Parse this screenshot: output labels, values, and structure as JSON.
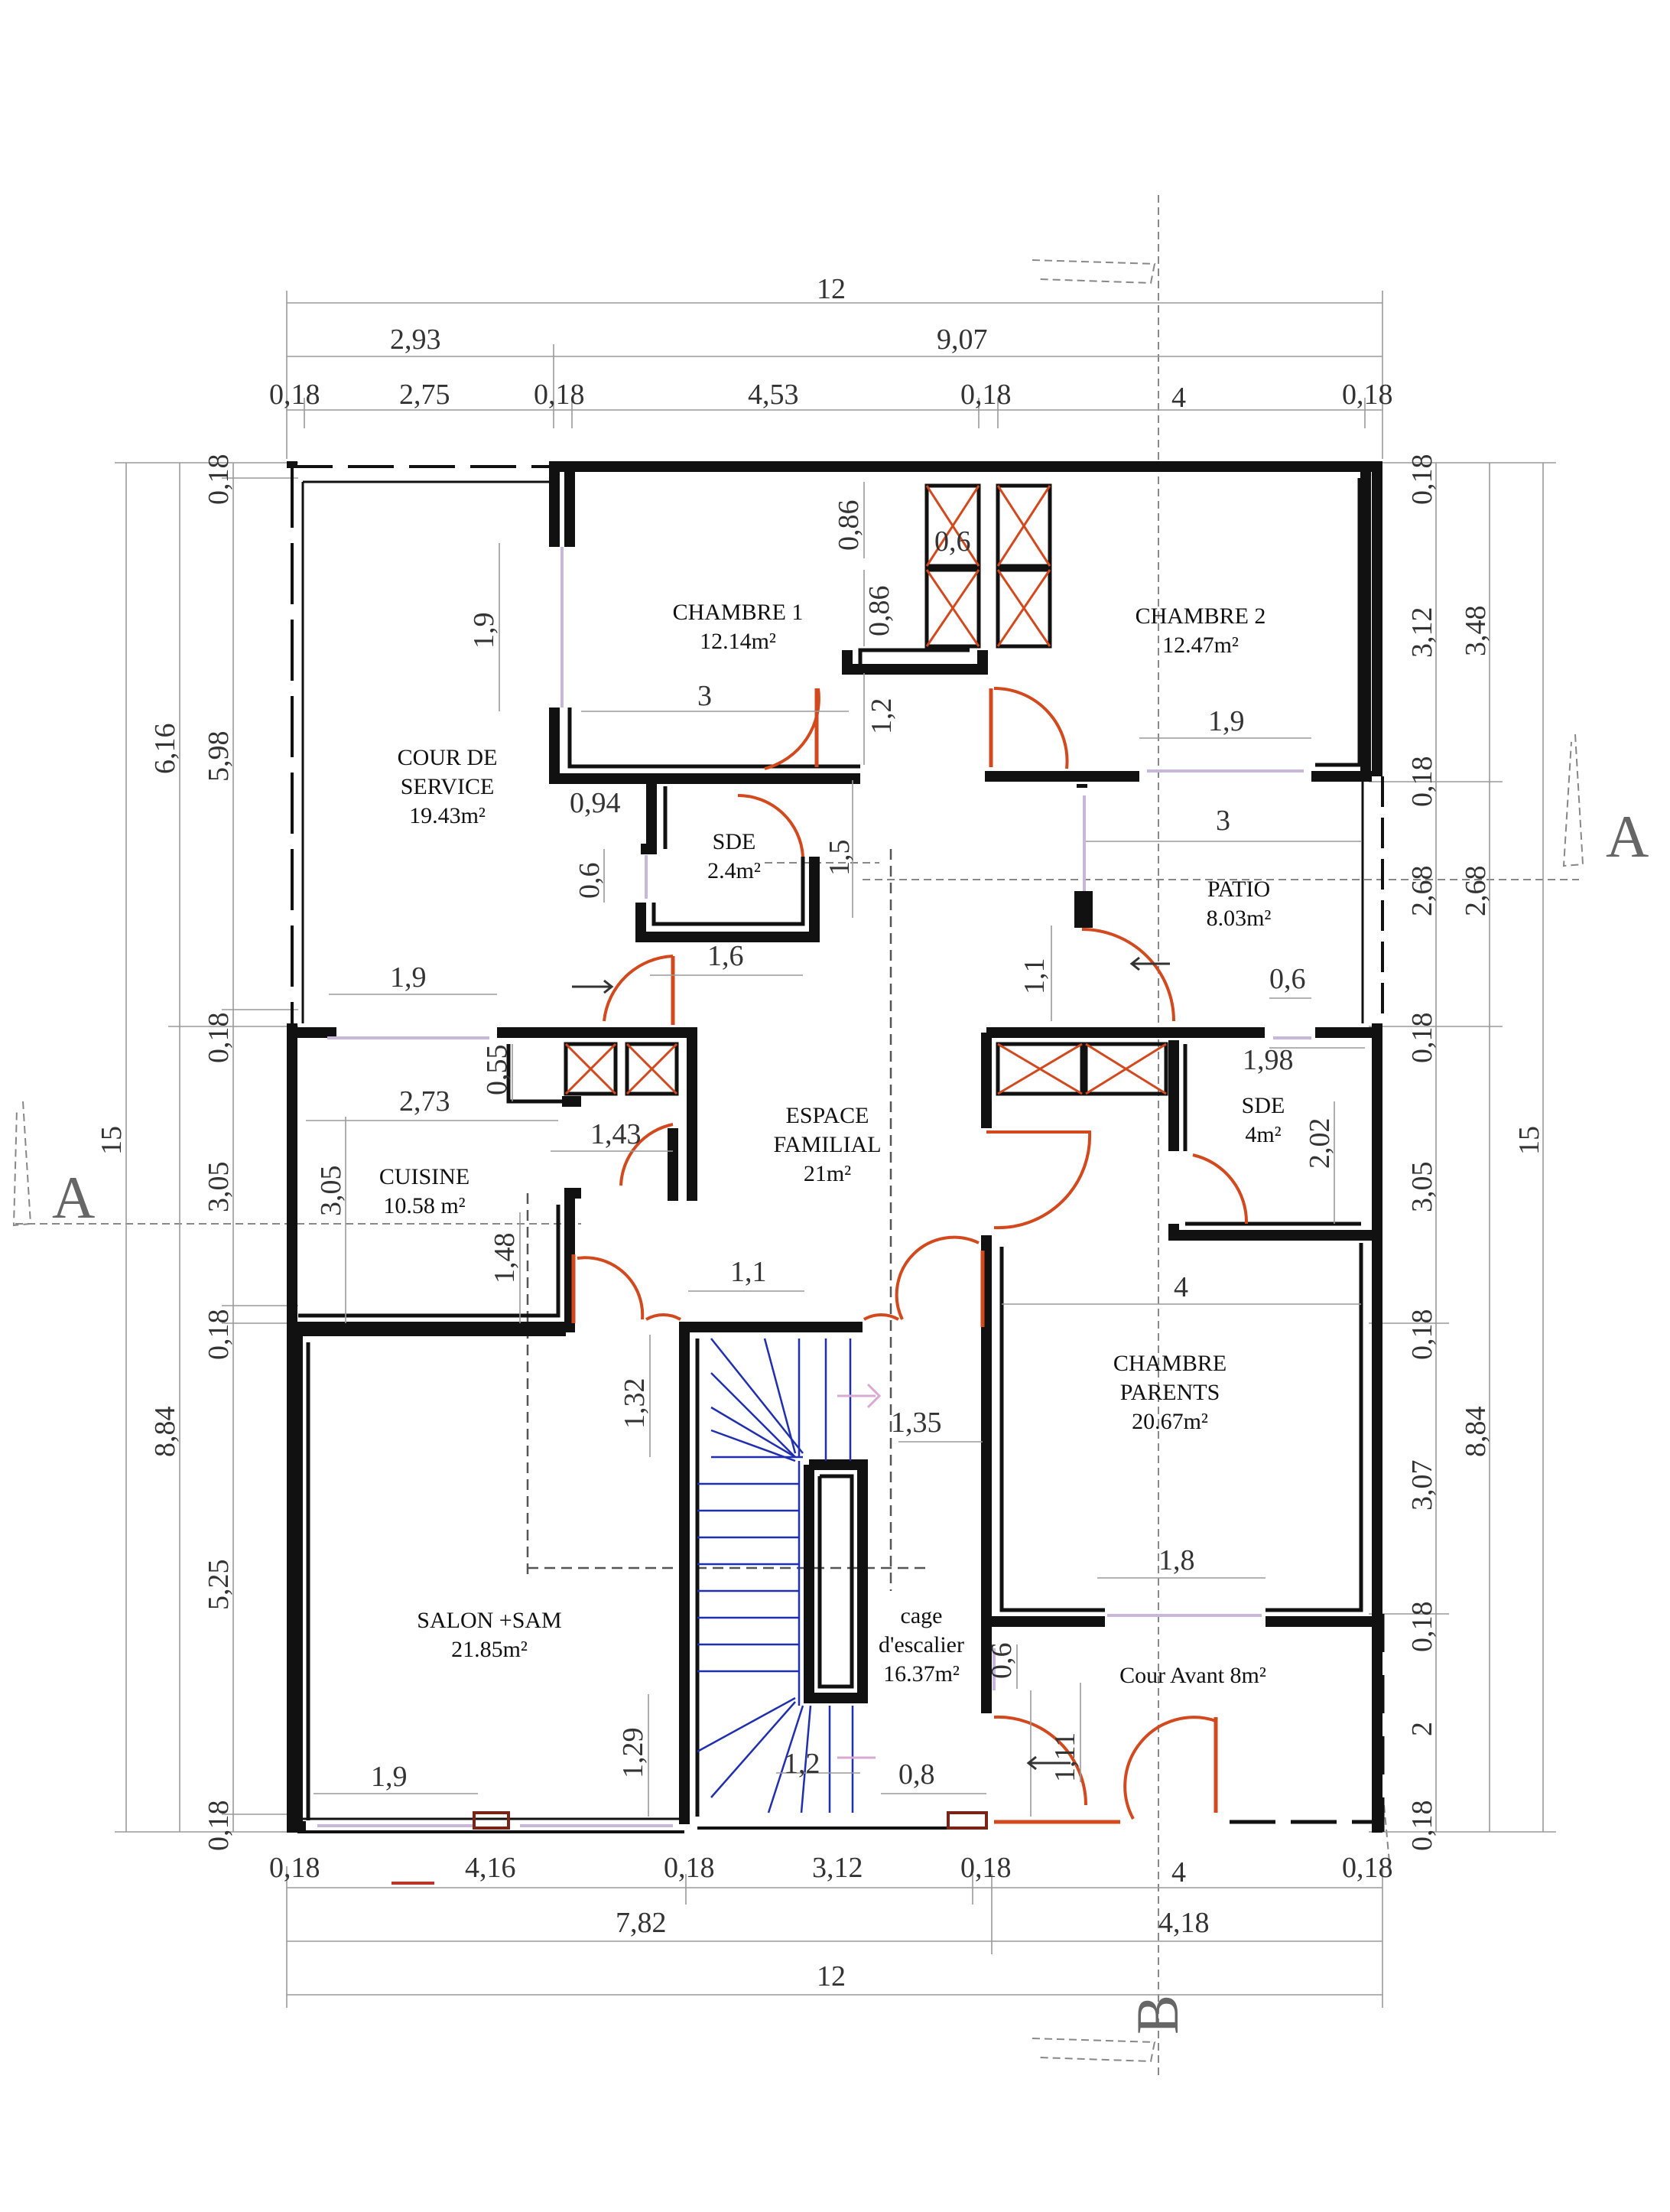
{
  "rooms": {
    "chambre1": {
      "name": "CHAMBRE 1",
      "area": "12.14m²"
    },
    "chambre2": {
      "name": "CHAMBRE 2",
      "area": "12.47m²"
    },
    "cour_service": {
      "name1": "COUR DE",
      "name2": "SERVICE",
      "area": "19.43m²"
    },
    "sde1": {
      "name": "SDE",
      "area": "2.4m²"
    },
    "patio": {
      "name": "PATIO",
      "area": "8.03m²"
    },
    "espace": {
      "name1": "ESPACE",
      "name2": "FAMILIAL",
      "area": "21m²"
    },
    "cuisine": {
      "name": "CUISINE",
      "area": "10.58 m²"
    },
    "sde2": {
      "name": "SDE",
      "area": "4m²"
    },
    "parents": {
      "name1": "CHAMBRE",
      "name2": "PARENTS",
      "area": "20.67m²"
    },
    "salon": {
      "name": "SALON +SAM",
      "area": "21.85m²"
    },
    "escalier": {
      "name1": "cage",
      "name2": "d'escalier",
      "area": "16.37m²"
    },
    "cour_avant": {
      "name": "Cour Avant 8m²"
    }
  },
  "section_marks": {
    "a": "A",
    "b": "B"
  },
  "dims": {
    "top_total": "12",
    "top_left": "2,93",
    "top_right": "9,07",
    "top_chain": [
      "0,18",
      "2,75",
      "0,18",
      "4,53",
      "0,18",
      "4",
      "0,18"
    ],
    "bottom_chain": [
      "0,18",
      "4,16",
      "0,18",
      "3,12",
      "0,18",
      "4",
      "0,18"
    ],
    "bottom_mid_left": "7,82",
    "bottom_mid_right": "4,18",
    "bottom_total": "12",
    "left_outer": "15",
    "left_mid": [
      "6,16",
      "8,84"
    ],
    "left_chain": [
      "0,18",
      "5,98",
      "0,18",
      "3,05",
      "0,18",
      "5,25",
      "0,18"
    ],
    "right_chain": [
      "0,18",
      "3,12",
      "0,18",
      "2,68",
      "0,18",
      "3,05",
      "0,18",
      "3,07",
      "0,18",
      "2",
      "0,18"
    ],
    "right_mid": [
      "3,48",
      "2,68",
      "8,84"
    ],
    "right_outer": "15",
    "interior": {
      "d_0_86a": "0,86",
      "d_0_6a": "0,6",
      "d_0_86b": "0,86",
      "d_1_9a": "1,9",
      "d_3a": "3",
      "d_1_2a": "1,2",
      "d_1_9b": "1,9",
      "d_0_94": "0,94",
      "d_0_6b": "0,6",
      "d_1_5": "1,5",
      "d_3b": "3",
      "d_1_6": "1,6",
      "d_1_9c": "1,9",
      "d_1_1a": "1,1",
      "d_0_6c": "0,6",
      "d_0_55": "0,55",
      "d_1_98": "1,98",
      "d_2_73": "2,73",
      "d_1_43": "1,43",
      "d_3_05": "3,05",
      "d_2_02": "2,02",
      "d_1_48": "1,48",
      "d_1_1b": "1,1",
      "d_4": "4",
      "d_1_32": "1,32",
      "d_1_35": "1,35",
      "d_1_8": "1,8",
      "d_0_6d": "0,6",
      "d_1_29": "1,29",
      "d_1_9d": "1,9",
      "d_1_2b": "1,2",
      "d_0_8": "0,8",
      "d_1_11": "1,11"
    }
  }
}
